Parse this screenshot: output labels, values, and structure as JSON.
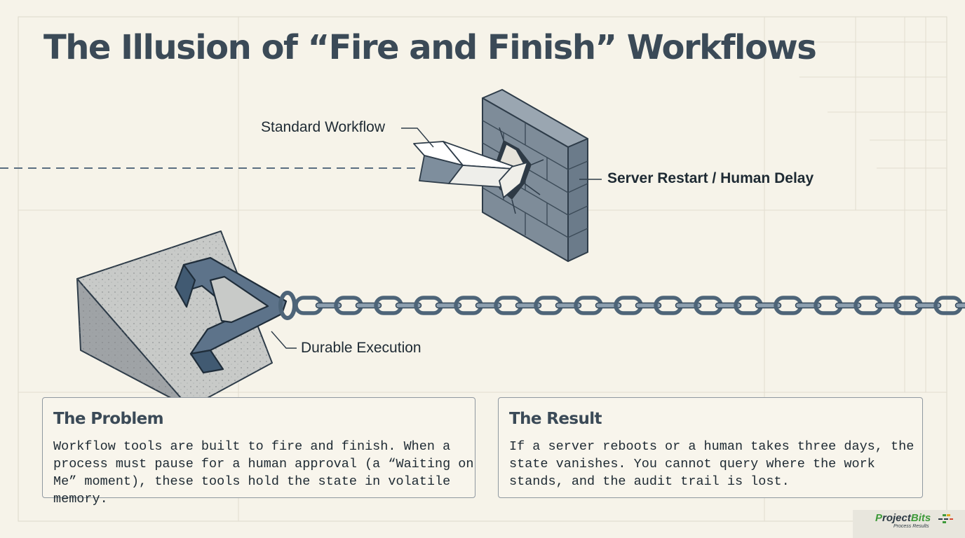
{
  "title": "The Illusion of “Fire and Finish” Workflows",
  "diagram": {
    "label_standard": "Standard Workflow",
    "label_wall": "Server Restart / Human Delay",
    "label_durable": "Durable Execution"
  },
  "cards": {
    "problem": {
      "title": "The Problem",
      "body": "Workflow tools are built to fire and finish. When a process must pause for a human approval (a “Waiting on Me” moment), these tools hold the state in volatile memory."
    },
    "result": {
      "title": "The Result",
      "body": "If a server reboots or a human takes three days, the state vanishes. You cannot query where the work stands, and the audit trail is lost."
    }
  },
  "logo": {
    "name_first": "P",
    "name_mid": "roject",
    "name_last": "Bits",
    "tagline": "Process Results"
  },
  "colors": {
    "background": "#f6f3e9",
    "ink": "#3b4a57",
    "steel": "#5d738a",
    "brick": "#7e8c99",
    "concrete": "#c8cac8",
    "logo_green": "#3e9a3a"
  }
}
